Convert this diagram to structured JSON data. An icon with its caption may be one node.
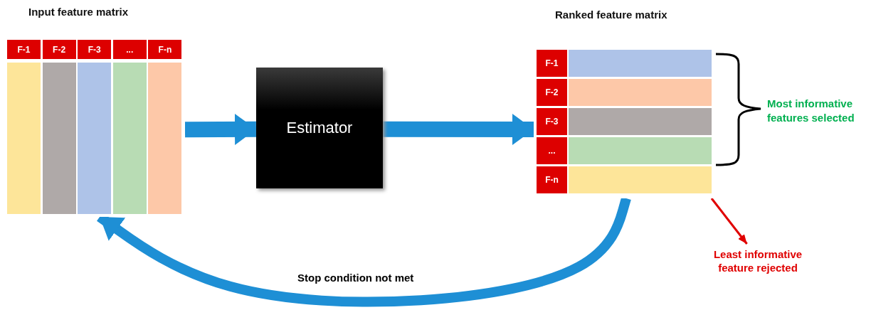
{
  "diagram": {
    "nodes": [
      {
        "text": [
          "Input feature matrix"
        ]
      },
      {
        "text": [
          "F-1"
        ],
        "in": 0
      },
      {
        "text": [
          "F-2"
        ],
        "in": 0
      },
      {
        "text": [
          "F-3"
        ],
        "in": 0
      },
      {
        "text": [
          "..."
        ],
        "in": 0
      },
      {
        "text": [
          "F-n"
        ],
        "in": 0
      },
      {
        "text": [
          "Estimator"
        ]
      },
      {
        "text": [
          "Ranked feature matrix"
        ]
      },
      {
        "text": [
          "F-1"
        ],
        "in": 7
      },
      {
        "text": [
          "F-2"
        ],
        "in": 7
      },
      {
        "text": [
          "F-3"
        ],
        "in": 7
      },
      {
        "text": [
          "..."
        ],
        "in": 7
      },
      {
        "text": [
          "F-n"
        ],
        "in": 7
      },
      {
        "text": [
          "Least informative feature rejected"
        ]
      }
    ],
    "edges": [
      {
        "from": 0,
        "to": 6,
        "arrow": "to"
      },
      {
        "from": 6,
        "to": 7,
        "arrow": "to"
      },
      {
        "from": 7,
        "to": 0,
        "arrow": "to",
        "label": "Stop condition not met"
      },
      {
        "from": 7,
        "to": 13,
        "arrow": "to",
        "color": "#e00000"
      }
    ],
    "labels": [
      "Most informative features selected"
    ]
  }
}
